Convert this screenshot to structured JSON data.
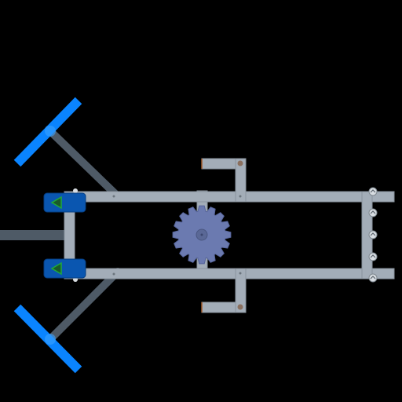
{
  "scene": {
    "kind": "top-down robot chassis",
    "background": "#000000"
  },
  "colors": {
    "frame": "#a3adb8",
    "frame_edge": "#8a949e",
    "arm_bar": "#4e5a66",
    "tread_blue": "#0a84ff",
    "motor_body": "#0a56b0",
    "motor_arrow": "#1faa3a",
    "gear": "#6b7ab0",
    "gear_hub": "#5a6896",
    "axle": "#4a5560",
    "screw": "#d8dde2",
    "bolt": "#8a6f5e"
  },
  "components": {
    "motors": [
      "motor-top",
      "motor-bottom"
    ],
    "wheels": [
      "wheel-top",
      "wheel-bottom"
    ],
    "gear": {
      "teeth": 16
    },
    "screws": {
      "count": 5
    }
  }
}
